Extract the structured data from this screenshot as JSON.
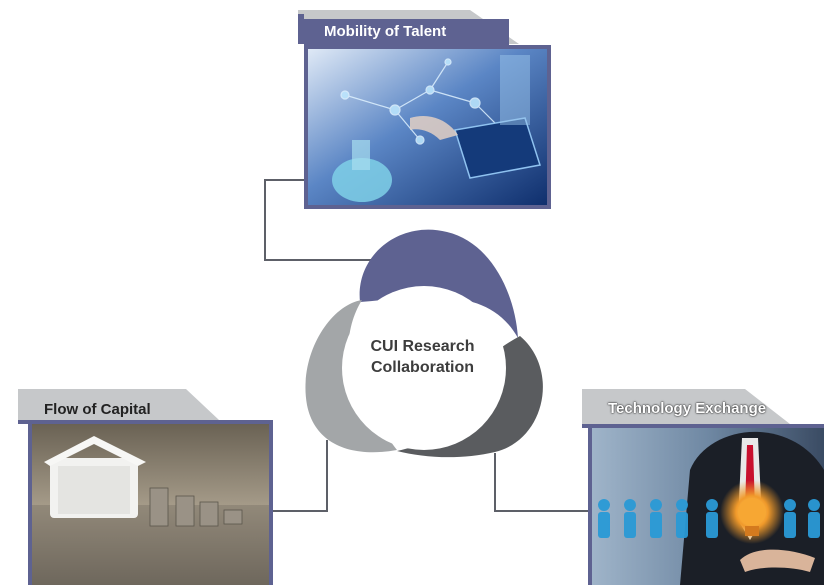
{
  "center": {
    "title_line1": "CUI Research",
    "title_line2": "Collaboration"
  },
  "nodes": {
    "mobility": {
      "label": "Mobility of Talent"
    },
    "capital": {
      "label": "Flow of Capital"
    },
    "technology": {
      "label": "Technology Exchange"
    }
  },
  "colors": {
    "accent_blue": "#5e6291",
    "mid_gray": "#a3a6a8",
    "dark_gray": "#5a5c5f",
    "tab_gray": "#c6c8ca",
    "connector": "#5d6068"
  }
}
